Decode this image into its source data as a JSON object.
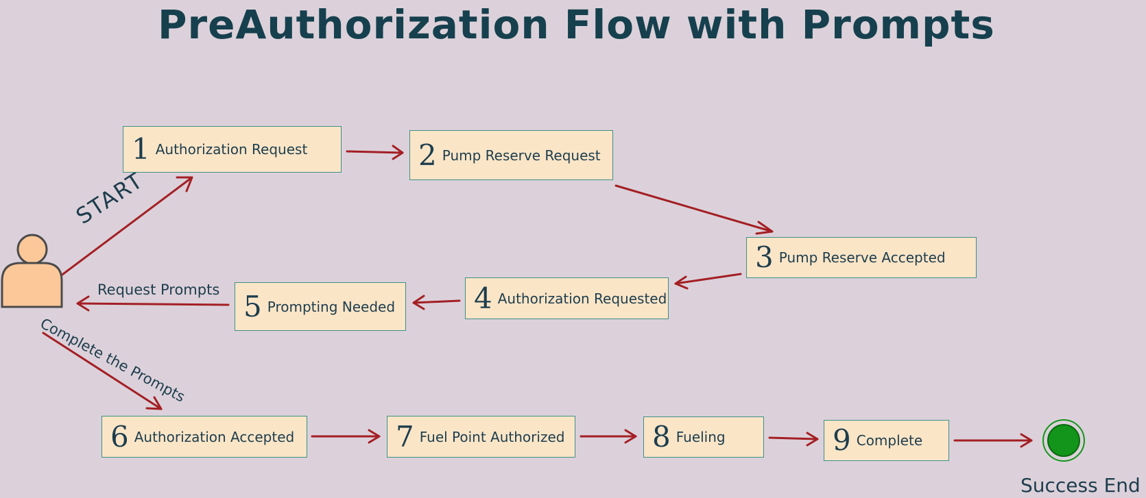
{
  "title": "PreAuthorization Flow with Prompts",
  "actor": {
    "icon": "person-icon"
  },
  "nodes": [
    {
      "number": "1",
      "label": "Authorization Request"
    },
    {
      "number": "2",
      "label": "Pump Reserve Request"
    },
    {
      "number": "3",
      "label": "Pump Reserve Accepted"
    },
    {
      "number": "4",
      "label": "Authorization Requested"
    },
    {
      "number": "5",
      "label": "Prompting Needed"
    },
    {
      "number": "6",
      "label": "Authorization Accepted"
    },
    {
      "number": "7",
      "label": "Fuel Point Authorized"
    },
    {
      "number": "8",
      "label": "Fueling"
    },
    {
      "number": "9",
      "label": "Complete"
    }
  ],
  "edge_labels": {
    "start": "START",
    "request_prompts": "Request Prompts",
    "complete_prompts": "Complete the Prompts"
  },
  "end": {
    "label": "Success End"
  },
  "colors": {
    "background": "#dcd1da",
    "box_fill": "#fae5c7",
    "box_border": "#3c8f87",
    "arrow": "#a31f24",
    "text": "#1d3d4d",
    "end_fill": "#13941a",
    "actor_fill": "#fdc899"
  }
}
